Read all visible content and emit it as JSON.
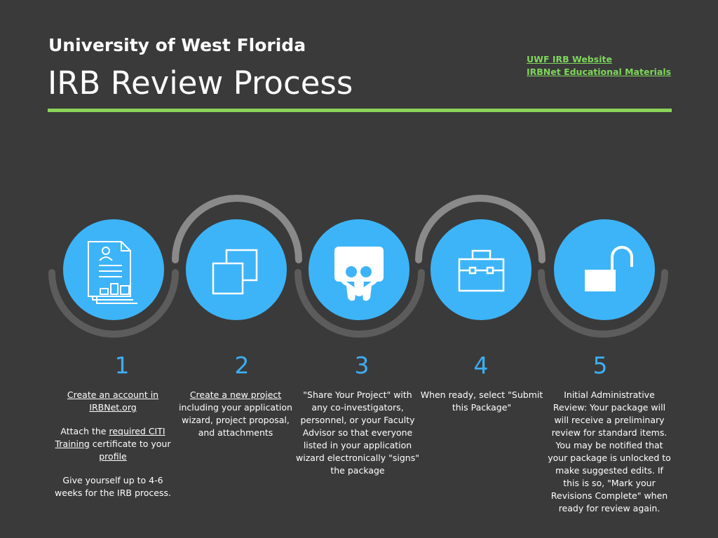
{
  "header": {
    "organization": "University of West Florida",
    "title": "IRB Review Process",
    "links": [
      {
        "label": "UWF IRB Website"
      },
      {
        "label": "IRBNet Educational Materials"
      }
    ]
  },
  "colors": {
    "background": "#3a3a3a",
    "accent_green": "#8bd45a",
    "circle_blue": "#3db4f7",
    "number_blue": "#3daef2",
    "arc_light": "#8a8a8a",
    "arc_dark": "#5c5c5c"
  },
  "steps": [
    {
      "number": "1",
      "icon": "resume-document-icon",
      "paragraphs": [
        [
          {
            "text": "Create an account in IRBNet.org",
            "u": true
          }
        ],
        [
          {
            "text": "Attach the  ",
            "u": false
          },
          {
            "text": "required CITI Training",
            "u": true
          },
          {
            "text": " certificate to your ",
            "u": false
          },
          {
            "text": "profile",
            "u": true
          }
        ],
        [
          {
            "text": "Give yourself up to 4-6 weeks for the IRB process.",
            "u": false
          }
        ]
      ]
    },
    {
      "number": "2",
      "icon": "copy-squares-icon",
      "paragraphs": [
        [
          {
            "text": "Create a new project",
            "u": true
          },
          {
            "text": " including your application wizard, project proposal, and attachments",
            "u": false
          }
        ]
      ]
    },
    {
      "number": "3",
      "icon": "share-people-icon",
      "paragraphs": [
        [
          {
            "text": "\"Share Your Project\" with any co-investigators, personnel, or your Faculty Advisor so that everyone listed in your application wizard electronically \"signs\" the package",
            "u": false
          }
        ]
      ]
    },
    {
      "number": "4",
      "icon": "briefcase-icon",
      "paragraphs": [
        [
          {
            "text": "When ready, select \"Submit this Package\"",
            "u": false
          }
        ]
      ]
    },
    {
      "number": "5",
      "icon": "unlocked-padlock-icon",
      "paragraphs": [
        [
          {
            "text": "Initial Administrative Review: Your package will will receive a preliminary review for standard items. You may be notified that your package is unlocked to make suggested edits. If this is so, \"Mark your Revisions Complete\" when ready for review again.",
            "u": false
          }
        ]
      ]
    }
  ]
}
